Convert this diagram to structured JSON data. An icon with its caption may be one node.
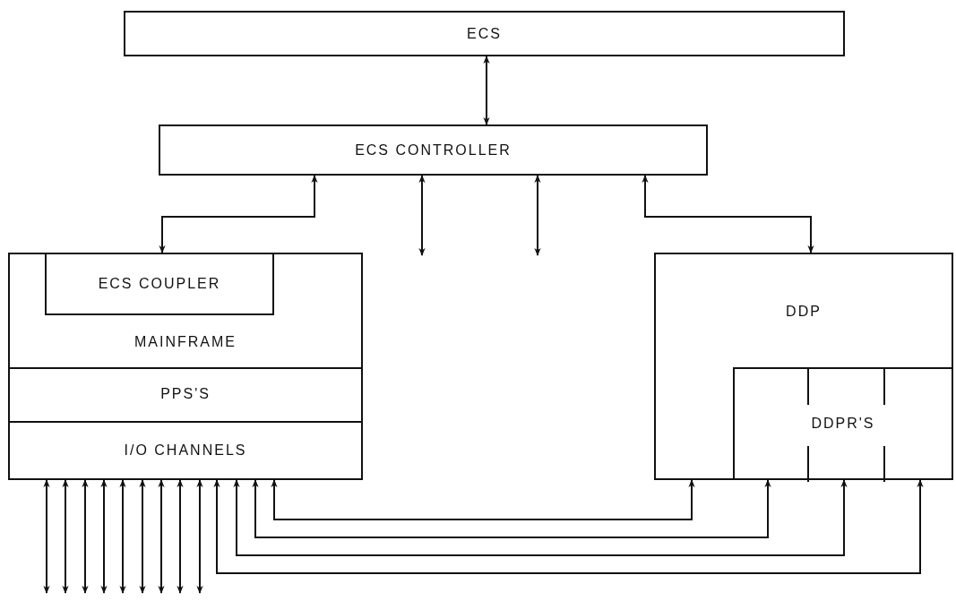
{
  "diagram": {
    "nodes": [
      {
        "text": [
          "ECS"
        ]
      },
      {
        "text": [
          "ECS CONTROLLER"
        ]
      },
      {
        "text": [
          "MAINFRAME"
        ]
      },
      {
        "text": [
          "ECS COUPLER"
        ],
        "in": 2
      },
      {
        "text": [
          "PPS'S"
        ],
        "in": 2
      },
      {
        "text": [
          "I/O CHANNELS"
        ],
        "in": 2
      },
      {
        "text": [
          "DDP"
        ]
      },
      {
        "text": [
          "DDPR'S"
        ],
        "in": 6
      }
    ],
    "edges": [
      {
        "from": 0,
        "to": 1,
        "arrow": "both"
      },
      {
        "from": 1,
        "to": 3,
        "arrow": "both"
      },
      {
        "from": 1,
        "to": null,
        "arrow": "both"
      },
      {
        "from": 1,
        "to": null,
        "arrow": "both"
      },
      {
        "from": 1,
        "to": 6,
        "arrow": "both"
      },
      {
        "from": 5,
        "to": null,
        "arrow": "both"
      },
      {
        "from": 5,
        "to": null,
        "arrow": "both"
      },
      {
        "from": 5,
        "to": null,
        "arrow": "both"
      },
      {
        "from": 5,
        "to": null,
        "arrow": "both"
      },
      {
        "from": 5,
        "to": null,
        "arrow": "both"
      },
      {
        "from": 5,
        "to": null,
        "arrow": "both"
      },
      {
        "from": 5,
        "to": null,
        "arrow": "both"
      },
      {
        "from": 5,
        "to": null,
        "arrow": "both"
      },
      {
        "from": 5,
        "to": null,
        "arrow": "both"
      },
      {
        "from": 5,
        "to": 6,
        "arrow": "both"
      },
      {
        "from": 5,
        "to": 7,
        "arrow": "both"
      },
      {
        "from": 5,
        "to": 7,
        "arrow": "both"
      },
      {
        "from": 5,
        "to": 7,
        "arrow": "both"
      }
    ]
  }
}
